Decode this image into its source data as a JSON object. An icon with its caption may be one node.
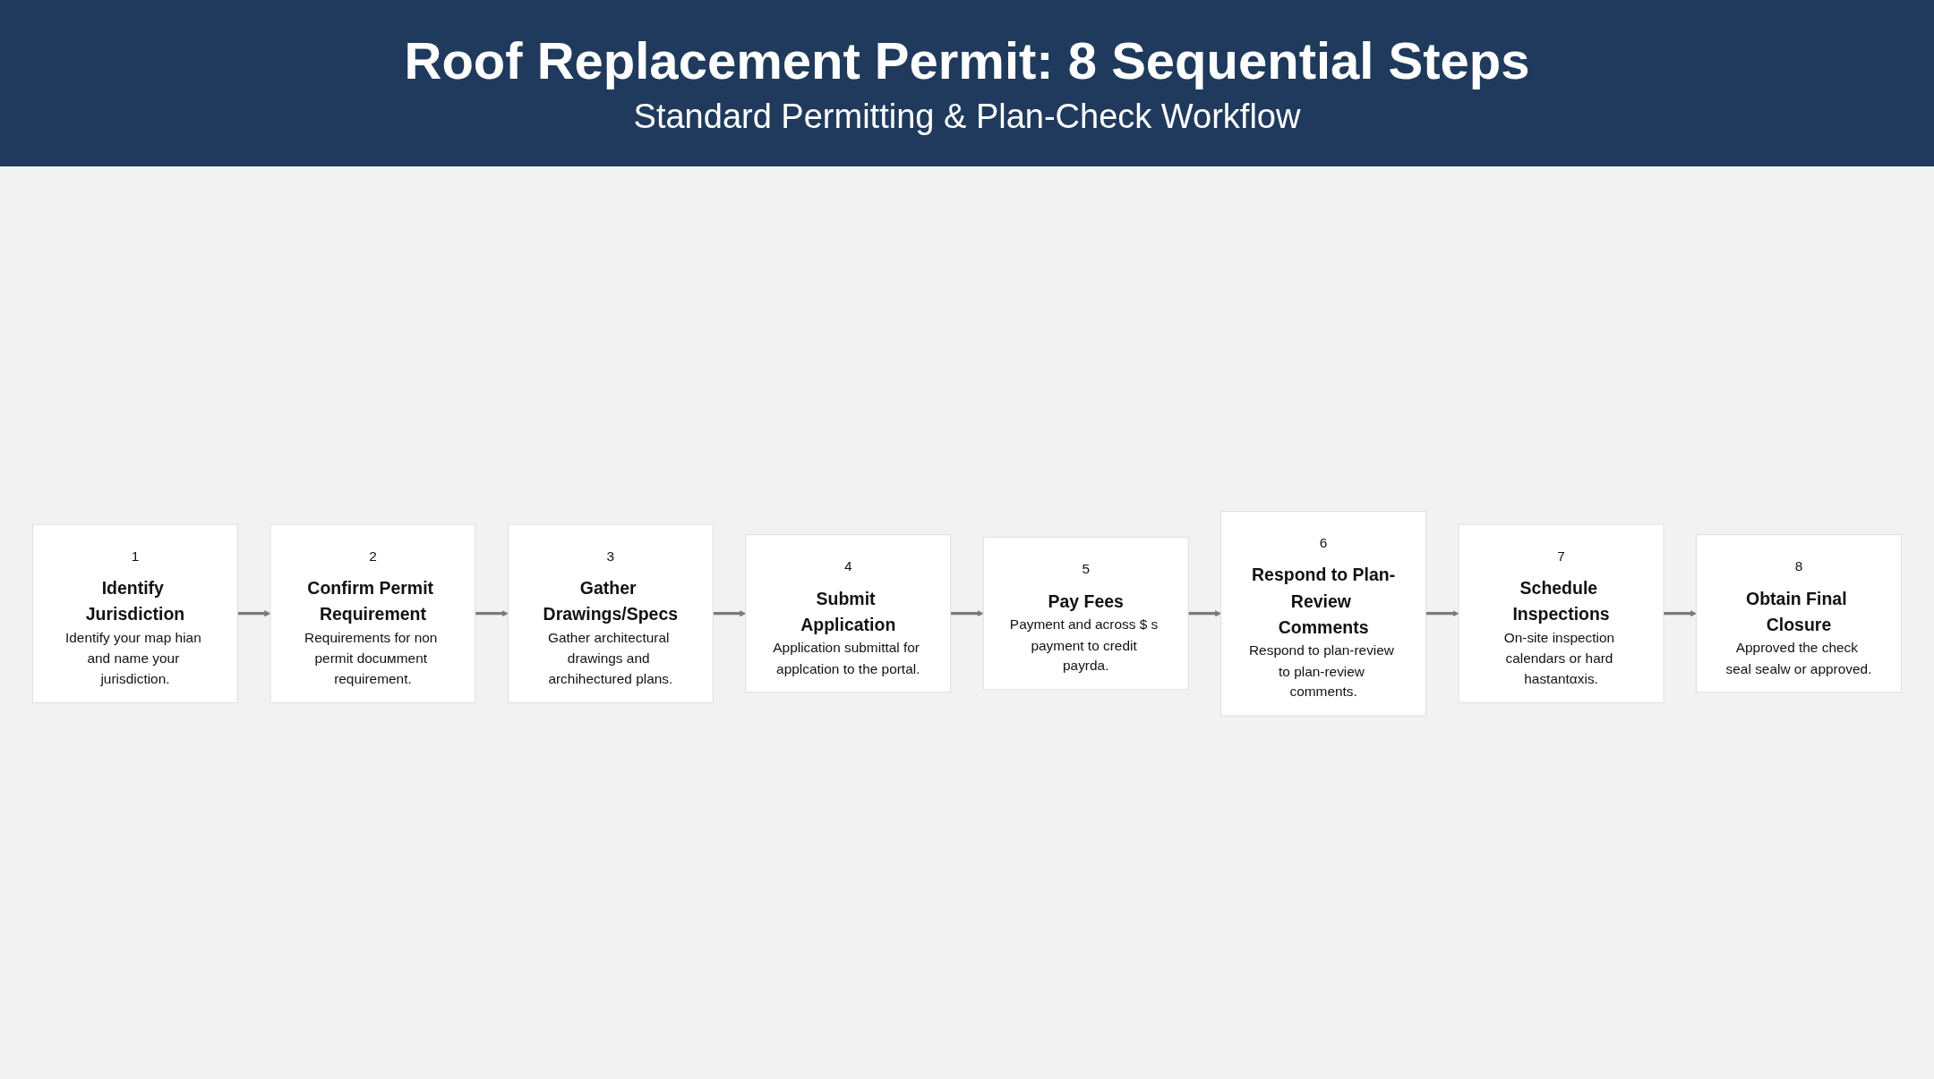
{
  "diagram": {
    "title": "Roof Replacement Permit: 8 Sequential Steps",
    "nodes": [
      {
        "text": [
          "1",
          "Identify Jurisdiction",
          "Identify your map hian and name your jurisdiction."
        ]
      },
      {
        "text": [
          "2",
          "Confirm Permit Requirement",
          "Requirements for non permit docuмment requirement."
        ]
      },
      {
        "text": [
          "3",
          "Gather Drawings/Specs",
          "Gather architectural drawings and archihectured plans."
        ]
      },
      {
        "text": [
          "4",
          "Submit Application",
          "Application submittal for applcation to the portal."
        ]
      },
      {
        "text": [
          "5",
          "Pay Fees",
          "Payment and across $ s payment to credit payrdа."
        ]
      },
      {
        "text": [
          "6",
          "Respond to Plan-Review Comments",
          "Respond to plan-review to plan-review comments."
        ]
      },
      {
        "text": [
          "7",
          "Schedule Inspections",
          "On-site inspection calendars or hard hastantαxis."
        ]
      },
      {
        "text": [
          "8",
          "Obtain Final Closure",
          "Approved the check seal sealw or approved."
        ]
      }
    ],
    "edges": [
      {
        "from": 0,
        "to": 1,
        "arrow": "to"
      },
      {
        "from": 1,
        "to": 2,
        "arrow": "to"
      },
      {
        "from": 2,
        "to": 3,
        "arrow": "to"
      },
      {
        "from": 3,
        "to": 4,
        "arrow": "to"
      },
      {
        "from": 4,
        "to": 5,
        "arrow": "to"
      },
      {
        "from": 5,
        "to": 6,
        "arrow": "to"
      },
      {
        "from": 6,
        "to": 7,
        "arrow": "to"
      }
    ],
    "labels": [
      "Standard Permitting & Plan-Check Workflow"
    ]
  }
}
